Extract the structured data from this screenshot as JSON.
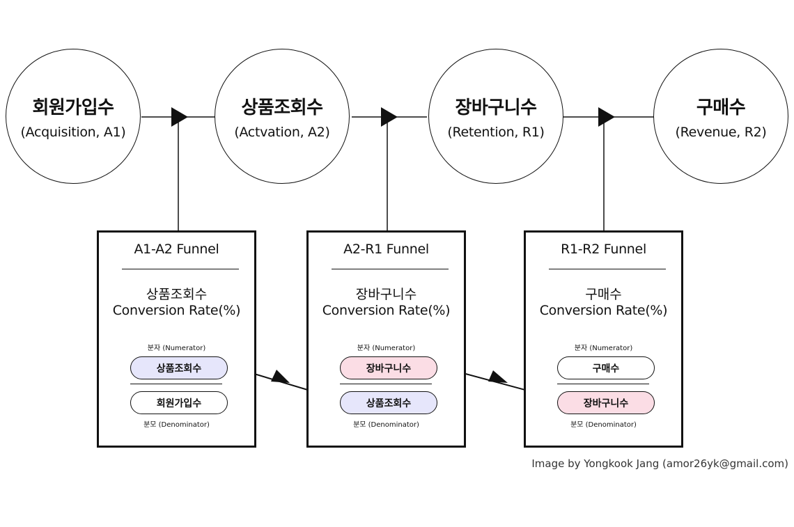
{
  "stages": [
    {
      "name": "회원가입수",
      "code": "(Acquisition, A1)"
    },
    {
      "name": "상품조회수",
      "code": "(Actvation, A2)"
    },
    {
      "name": "장바구니수",
      "code": "(Retention, R1)"
    },
    {
      "name": "구매수",
      "code": "(Revenue, R2)"
    }
  ],
  "funnels": [
    {
      "title": "A1-A2 Funnel",
      "metric_name": "상품조회수",
      "metric_label": "Conversion Rate(%)",
      "numerator_caption": "분자 (Numerator)",
      "numerator": "상품조회수",
      "denominator": "회원가입수",
      "denominator_caption": "분모 (Denominator)"
    },
    {
      "title": "A2-R1 Funnel",
      "metric_name": "장바구니수",
      "metric_label": "Conversion Rate(%)",
      "numerator_caption": "분자 (Numerator)",
      "numerator": "장바구니수",
      "denominator": "상품조회수",
      "denominator_caption": "분모 (Denominator)"
    },
    {
      "title": "R1-R2 Funnel",
      "metric_name": "구매수",
      "metric_label": "Conversion Rate(%)",
      "numerator_caption": "분자 (Numerator)",
      "numerator": "구매수",
      "denominator": "장바구니수",
      "denominator_caption": "분모 (Denominator)"
    }
  ],
  "colors": {
    "stroke": "#111111",
    "pill_purple": "#e6e6fb",
    "pill_pink": "#fbdde5",
    "pill_white": "#ffffff"
  },
  "credit": "Image by Yongkook Jang (amor26yk@gmail.com)"
}
